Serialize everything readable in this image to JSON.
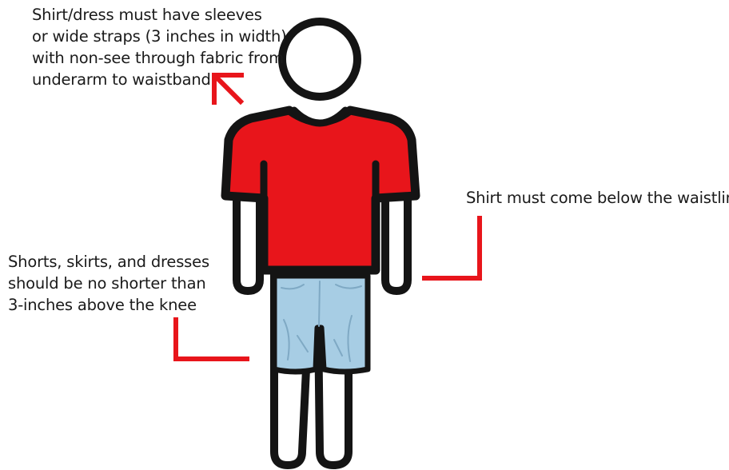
{
  "notes": {
    "sleeves": [
      "Shirt/dress must have sleeves",
      "or wide straps (3 inches in width)",
      "with non-see through fabric from",
      "underarm to waistband"
    ],
    "waistline": [
      "Shirt must come below the waistline"
    ],
    "length": [
      "Shorts, skirts, and dresses",
      "should be no shorter than",
      "3-inches above the knee"
    ]
  },
  "icons": {
    "figure": "person-figure-icon",
    "arrow": "diagonal-arrow-icon",
    "bracket_right": "corner-bracket-right-icon",
    "bracket_left": "corner-bracket-left-icon"
  },
  "colors": {
    "annotation": "#e8151b",
    "shirt": "#e8151b",
    "shorts": "#a7cde4",
    "outline": "#141414",
    "text": "#1a1a1a"
  }
}
